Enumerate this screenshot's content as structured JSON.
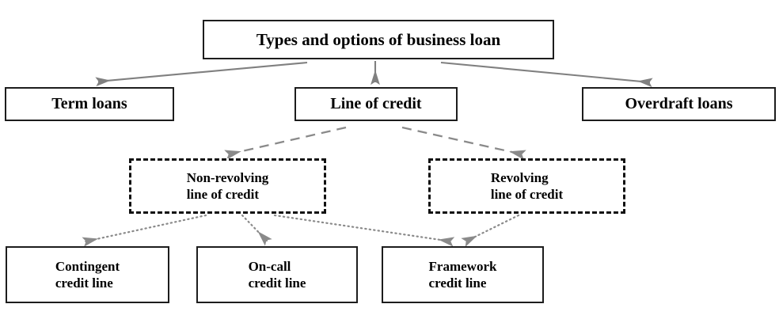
{
  "diagram": {
    "title": "Types and options of business loan",
    "type": "hierarchy-tree",
    "background_color": "#ffffff",
    "solid_border_color": "#1d1d1d",
    "dashed_border_color": "#111111",
    "solid_arrow_color": "#808080",
    "dashed_arrow_color": "#8a8a8a",
    "dotted_arrow_color": "#8a8a8a",
    "text_color": "#000000"
  },
  "levels": {
    "level1": {
      "root": {
        "label": "Types and options of business loan",
        "border": "solid"
      }
    },
    "level2": [
      {
        "id": "term-loans",
        "label": "Term loans",
        "border": "solid"
      },
      {
        "id": "line-of-credit",
        "label": "Line of credit",
        "border": "solid"
      },
      {
        "id": "overdraft-loans",
        "label": "Overdraft loans",
        "border": "solid"
      }
    ],
    "level3": [
      {
        "id": "non-revolving",
        "label": "Non-revolving\nline of credit",
        "border": "dashed"
      },
      {
        "id": "revolving",
        "label": "Revolving\nline of credit",
        "border": "dashed"
      }
    ],
    "level4": [
      {
        "id": "contingent",
        "label": "Contingent\ncredit line",
        "border": "solid"
      },
      {
        "id": "on-call",
        "label": "On-call\ncredit line",
        "border": "solid"
      },
      {
        "id": "framework",
        "label": "Framework\ncredit line",
        "border": "solid"
      }
    ]
  },
  "connectors": [
    {
      "from": "root",
      "to": "term-loans",
      "style": "solid"
    },
    {
      "from": "root",
      "to": "line-of-credit",
      "style": "solid"
    },
    {
      "from": "root",
      "to": "overdraft-loans",
      "style": "solid"
    },
    {
      "from": "line-of-credit",
      "to": "non-revolving",
      "style": "dashed"
    },
    {
      "from": "line-of-credit",
      "to": "revolving",
      "style": "dashed"
    },
    {
      "from": "non-revolving",
      "to": "contingent",
      "style": "dotted"
    },
    {
      "from": "non-revolving",
      "to": "on-call",
      "style": "dotted"
    },
    {
      "from": "non-revolving",
      "to": "framework",
      "style": "dotted"
    },
    {
      "from": "revolving",
      "to": "framework",
      "style": "dotted"
    }
  ]
}
